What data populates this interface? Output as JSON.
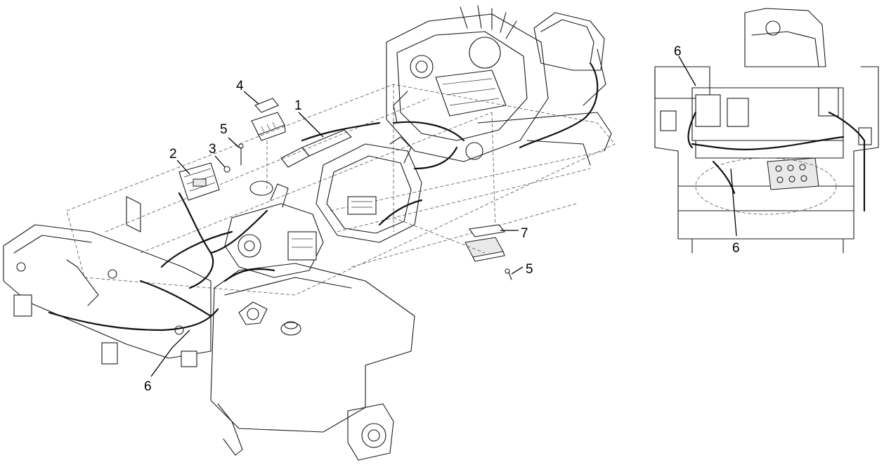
{
  "callouts": {
    "main": [
      {
        "id": "c1",
        "label": "1"
      },
      {
        "id": "c2",
        "label": "2"
      },
      {
        "id": "c3",
        "label": "3"
      },
      {
        "id": "c4",
        "label": "4"
      },
      {
        "id": "c5a",
        "label": "5"
      },
      {
        "id": "c5b",
        "label": "5"
      },
      {
        "id": "c6a",
        "label": "6"
      },
      {
        "id": "c7",
        "label": "7"
      }
    ],
    "inset": [
      {
        "id": "c6b",
        "label": "6"
      },
      {
        "id": "c6c",
        "label": "6"
      }
    ]
  }
}
